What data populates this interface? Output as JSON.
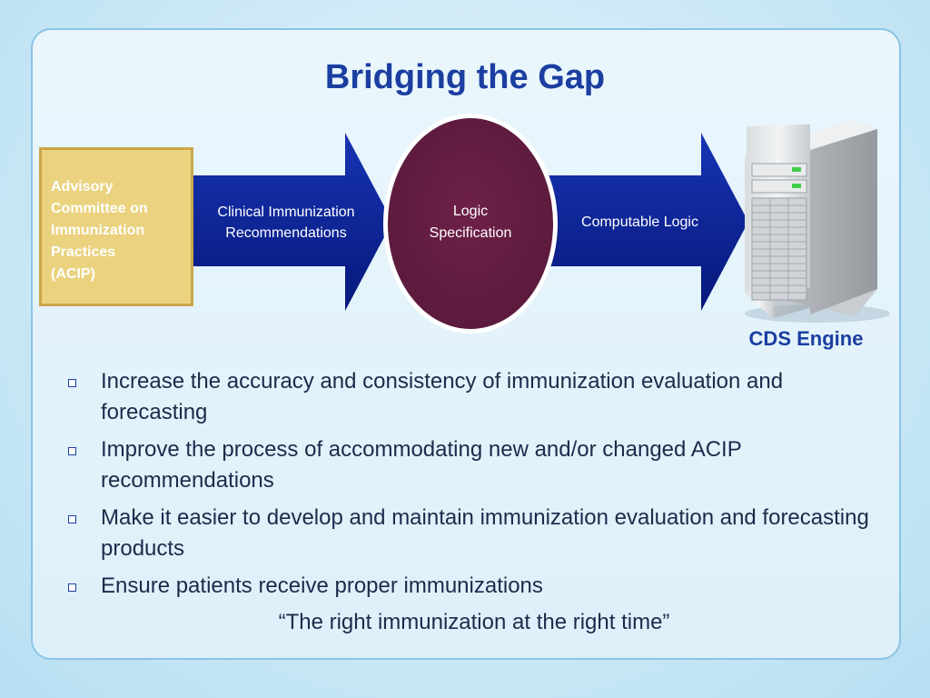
{
  "slide": {
    "title": "Bridging the Gap"
  },
  "diagram": {
    "source_box": "Advisory\nCommittee on\nImmunization\nPractices\n(ACIP)",
    "arrow1_label": "Clinical Immunization\nRecommendations",
    "center_oval_label": "Logic\nSpecification",
    "arrow2_label": "Computable Logic",
    "engine_label": "CDS Engine",
    "colors": {
      "arrow": "#0b2490",
      "oval": "#6a1f45",
      "source_box": "#ead27f",
      "title": "#1b3ea0"
    },
    "engine_icon": "server-tower-icon"
  },
  "bullets": [
    "Increase the accuracy and consistency of immunization evaluation and forecasting",
    "Improve the process of accommodating new and/or changed ACIP recommendations",
    "Make it easier to develop and maintain immunization evaluation and forecasting products",
    "Ensure patients receive proper immunizations"
  ],
  "quote": "“The right immunization at the right time”"
}
